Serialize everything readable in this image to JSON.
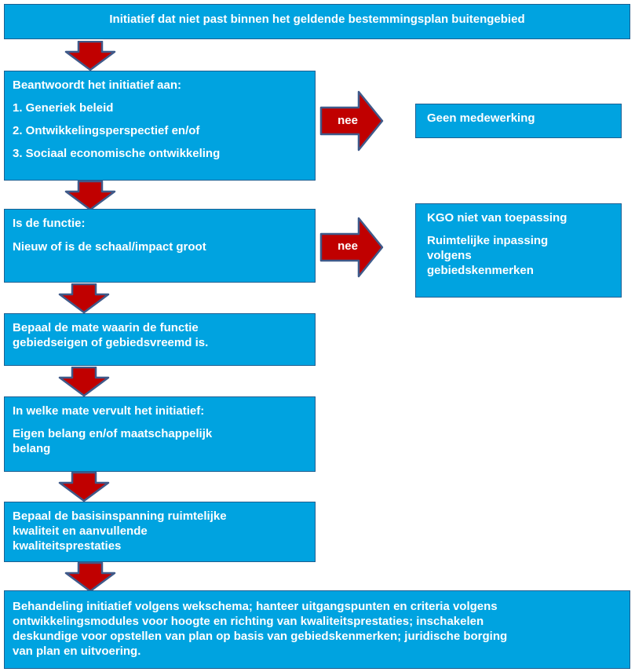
{
  "boxes": {
    "start": {
      "line1": "Initiatief dat niet past binnen het geldende bestemmingsplan buitengebied"
    },
    "q1": {
      "title": "Beantwoordt het initiatief aan:",
      "items": [
        "1. Generiek beleid",
        "2. Ontwikkelingsperspectief en/of",
        "3. Sociaal economische ontwikkeling"
      ]
    },
    "r1": {
      "line1": "Geen medewerking"
    },
    "q2": {
      "title": "Is de functie:",
      "line2": "Nieuw of is de schaal/impact groot"
    },
    "r2": {
      "line1": "KGO niet van toepassing",
      "line2": "Ruimtelijke inpassing",
      "line3": "volgens",
      "line4": "gebiedskenmerken"
    },
    "s3": {
      "line1": "Bepaal de mate waarin de functie",
      "line2": "gebiedseigen of gebiedsvreemd is."
    },
    "s4": {
      "title": "In welke mate vervult het initiatief:",
      "line2": "Eigen belang en/of maatschappelijk",
      "line3": "belang"
    },
    "s5": {
      "line1": "Bepaal de basisinspanning ruimtelijke",
      "line2": "kwaliteit en aanvullende",
      "line3": "kwaliteitsprestaties"
    },
    "end": {
      "line1": "Behandeling initiatief volgens wekschema; hanteer uitgangspunten en criteria volgens",
      "line2": "ontwikkelingsmodules voor hoogte en richting van kwaliteitsprestaties; inschakelen",
      "line3": "deskundige voor opstellen van plan op basis van gebiedskenmerken; juridische borging",
      "line4": "van plan en uitvoering."
    }
  },
  "arrows": {
    "no_label_1": "nee",
    "no_label_2": "nee"
  },
  "colors": {
    "box_fill": "#00a3e0",
    "box_border": "#1c5f91",
    "arrow_fill": "#c00000",
    "arrow_border": "#3f5a8a"
  }
}
